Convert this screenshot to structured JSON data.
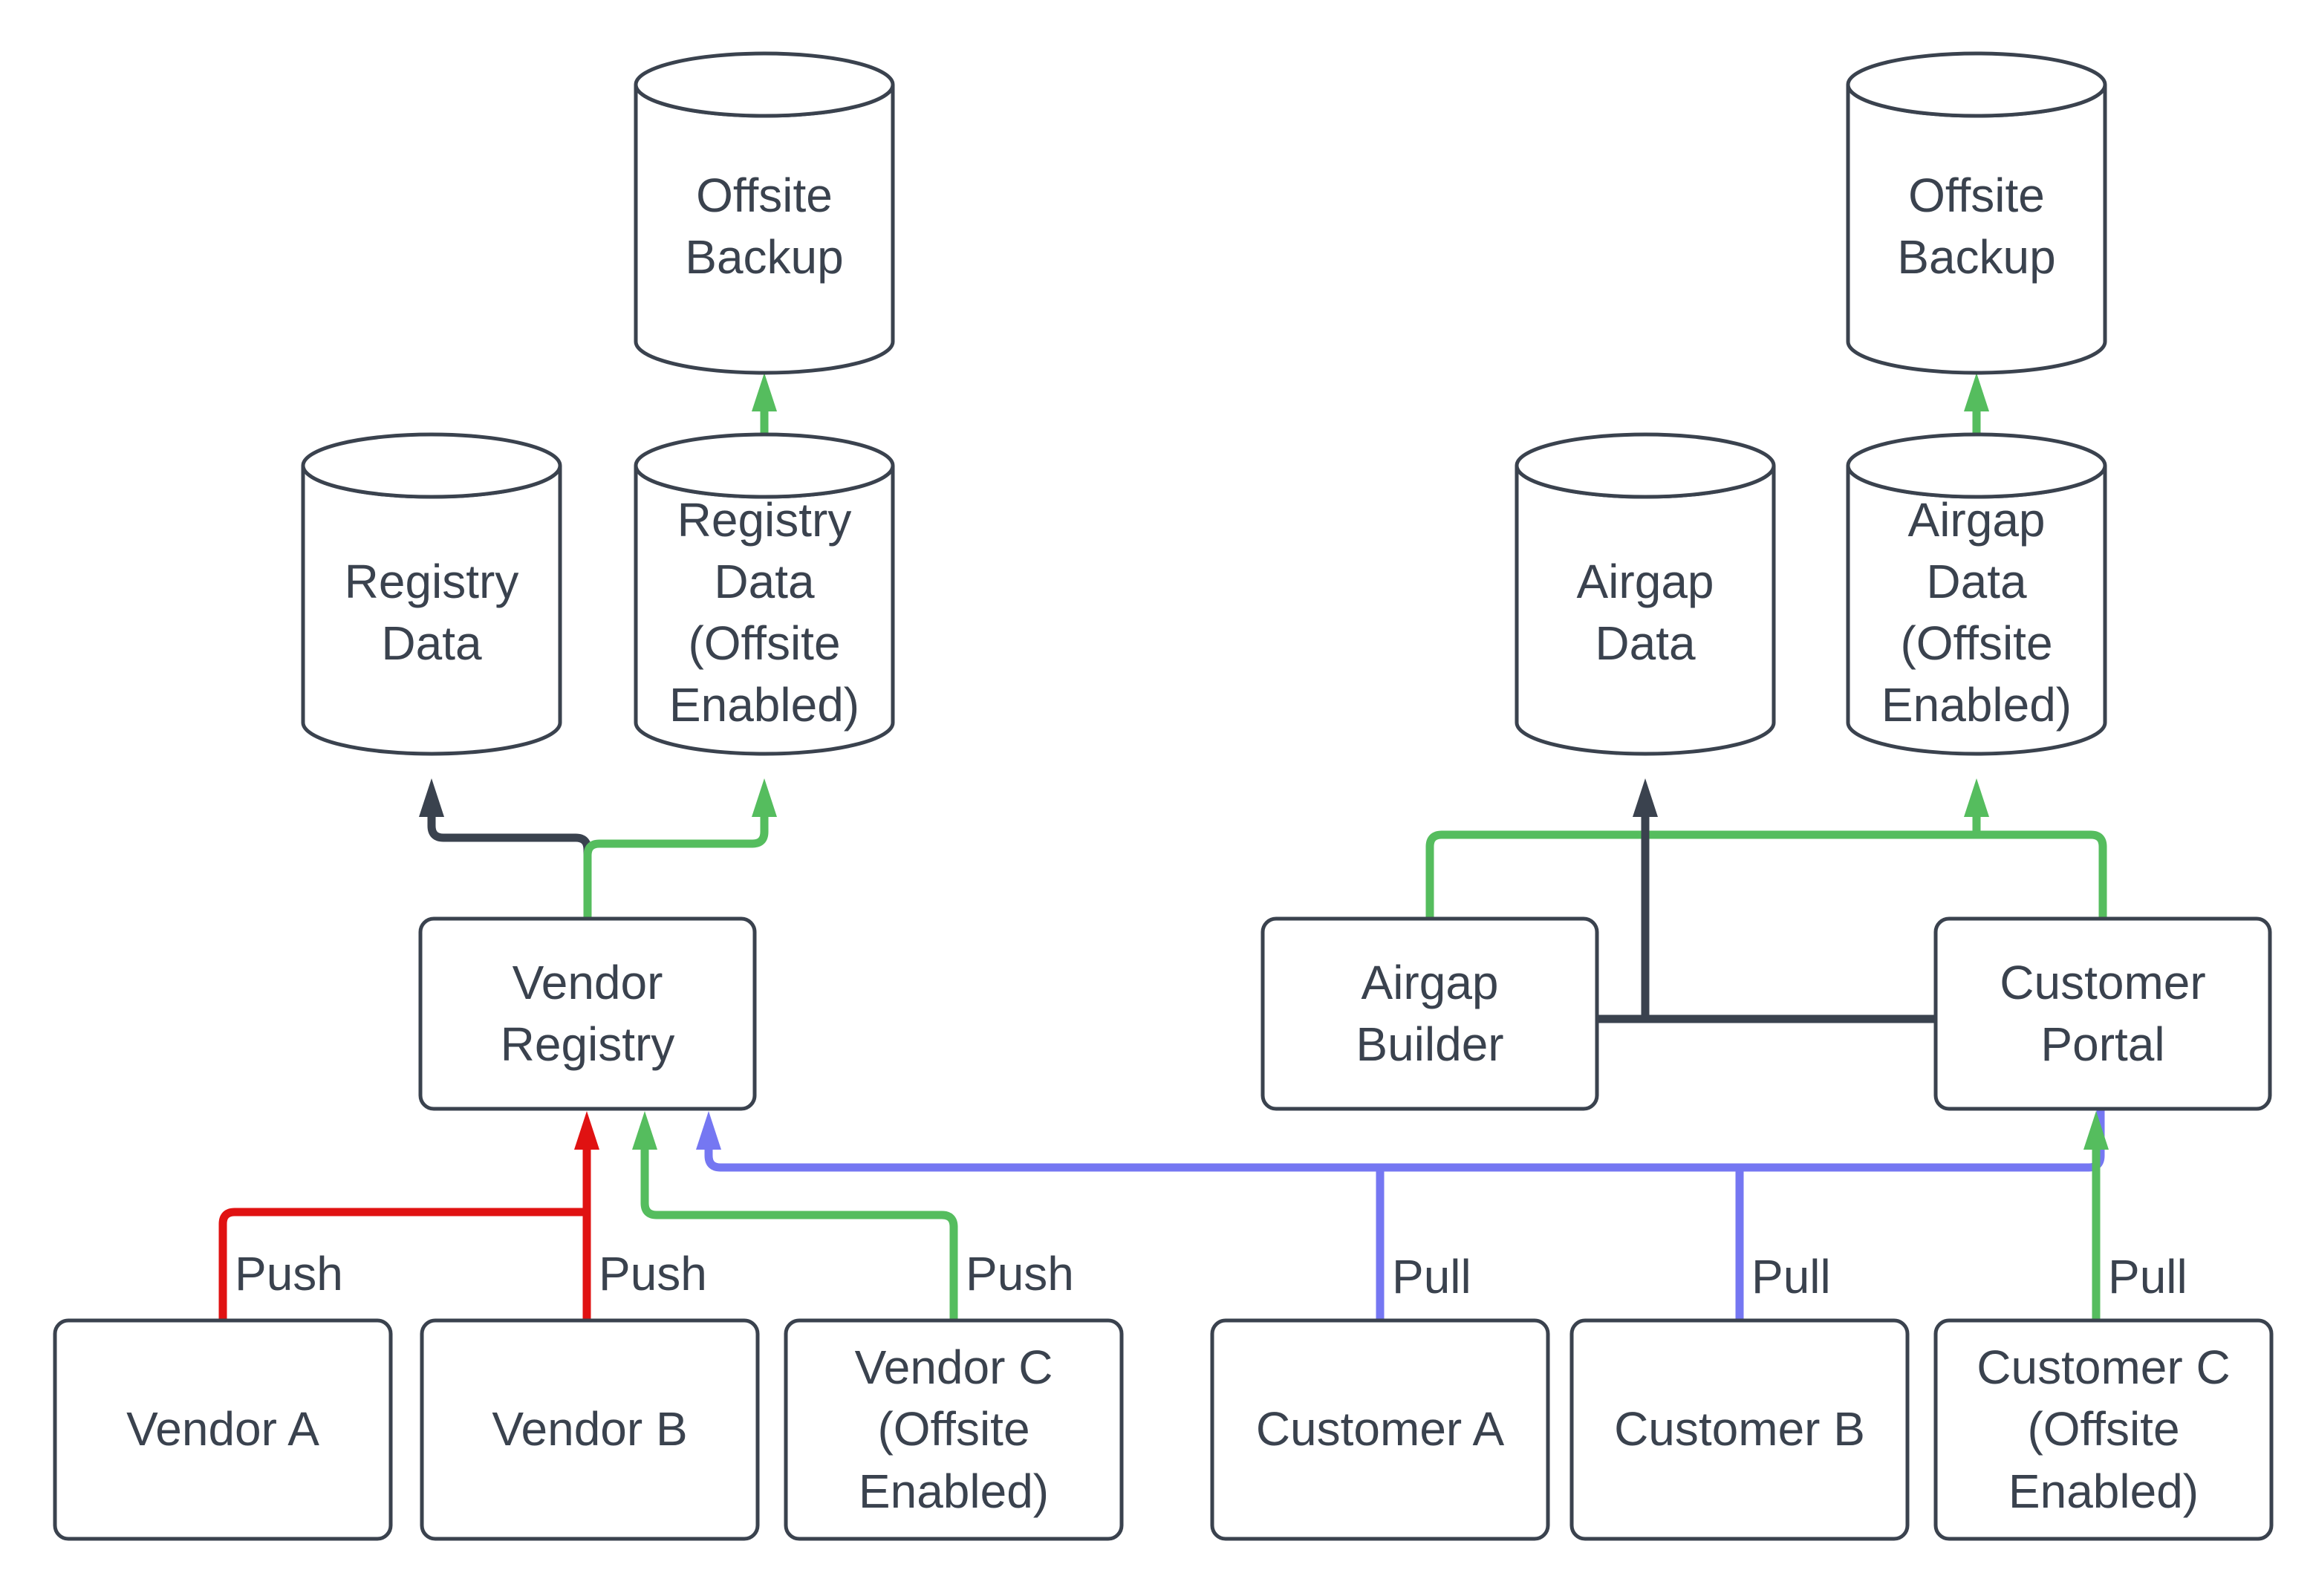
{
  "title": "Vendor registry and airgap offsite backup data-flow diagram",
  "colors": {
    "background": "#ffffff",
    "node_stroke": "#3a424e",
    "text": "#3a424e",
    "edge_dark": "#3a424e",
    "edge_green": "#55bd5e",
    "edge_red": "#e01212",
    "edge_blue": "#7577f2"
  },
  "nodes": {
    "offsite_backup_left": {
      "label": "Offsite\nBackup",
      "shape": "cylinder"
    },
    "registry_data": {
      "label": "Registry\nData",
      "shape": "cylinder"
    },
    "registry_data_offsite": {
      "label": "Registry\nData\n(Offsite\nEnabled)",
      "shape": "cylinder"
    },
    "vendor_registry": {
      "label": "Vendor\nRegistry",
      "shape": "box"
    },
    "vendor_a": {
      "label": "Vendor A",
      "shape": "box"
    },
    "vendor_b": {
      "label": "Vendor B",
      "shape": "box"
    },
    "vendor_c": {
      "label": "Vendor C\n(Offsite\nEnabled)",
      "shape": "box"
    },
    "offsite_backup_right": {
      "label": "Offsite\nBackup",
      "shape": "cylinder"
    },
    "airgap_data": {
      "label": "Airgap\nData",
      "shape": "cylinder"
    },
    "airgap_data_offsite": {
      "label": "Airgap\nData\n(Offsite\nEnabled)",
      "shape": "cylinder"
    },
    "airgap_builder": {
      "label": "Airgap\nBuilder",
      "shape": "box"
    },
    "customer_portal": {
      "label": "Customer\nPortal",
      "shape": "box"
    },
    "customer_a": {
      "label": "Customer A",
      "shape": "box"
    },
    "customer_b": {
      "label": "Customer B",
      "shape": "box"
    },
    "customer_c": {
      "label": "Customer C\n(Offsite\nEnabled)",
      "shape": "box"
    }
  },
  "edges": [
    {
      "from": "vendor_a",
      "to": "vendor_registry",
      "label": "Push",
      "color": "red"
    },
    {
      "from": "vendor_b",
      "to": "vendor_registry",
      "label": "Push",
      "color": "red"
    },
    {
      "from": "vendor_c",
      "to": "vendor_registry",
      "label": "Push",
      "color": "green"
    },
    {
      "from": "customer_a",
      "to": "vendor_registry",
      "label": "Pull",
      "color": "blue"
    },
    {
      "from": "customer_b",
      "to": "vendor_registry",
      "label": "Pull",
      "color": "blue"
    },
    {
      "from": "customer_c",
      "to": "customer_portal",
      "label": "Pull",
      "color": "green"
    },
    {
      "from": "vendor_registry",
      "to": "registry_data",
      "label": "",
      "color": "dark"
    },
    {
      "from": "vendor_registry",
      "to": "registry_data_offsite",
      "label": "",
      "color": "green"
    },
    {
      "from": "registry_data_offsite",
      "to": "offsite_backup_left",
      "label": "",
      "color": "green"
    },
    {
      "from": "customer_portal",
      "to": "vendor_registry",
      "label": "",
      "color": "blue"
    },
    {
      "from": "airgap_builder",
      "to": "airgap_data",
      "label": "",
      "color": "dark"
    },
    {
      "from": "customer_portal",
      "to": "airgap_data",
      "label": "",
      "color": "dark"
    },
    {
      "from": "airgap_builder",
      "to": "airgap_data_offsite",
      "label": "",
      "color": "green"
    },
    {
      "from": "customer_portal",
      "to": "airgap_data_offsite",
      "label": "",
      "color": "green"
    },
    {
      "from": "airgap_data_offsite",
      "to": "offsite_backup_right",
      "label": "",
      "color": "green"
    }
  ]
}
